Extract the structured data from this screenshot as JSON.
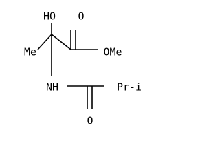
{
  "molecule": {
    "labels": {
      "hydroxyl": "HO",
      "methyl": "Me",
      "ester_carbonyl_oxygen": "O",
      "ester_methoxy": "OMe",
      "amide_nitrogen": "NH",
      "amide_carbonyl_oxygen": "O",
      "isopropyl": "Pr-i"
    }
  }
}
